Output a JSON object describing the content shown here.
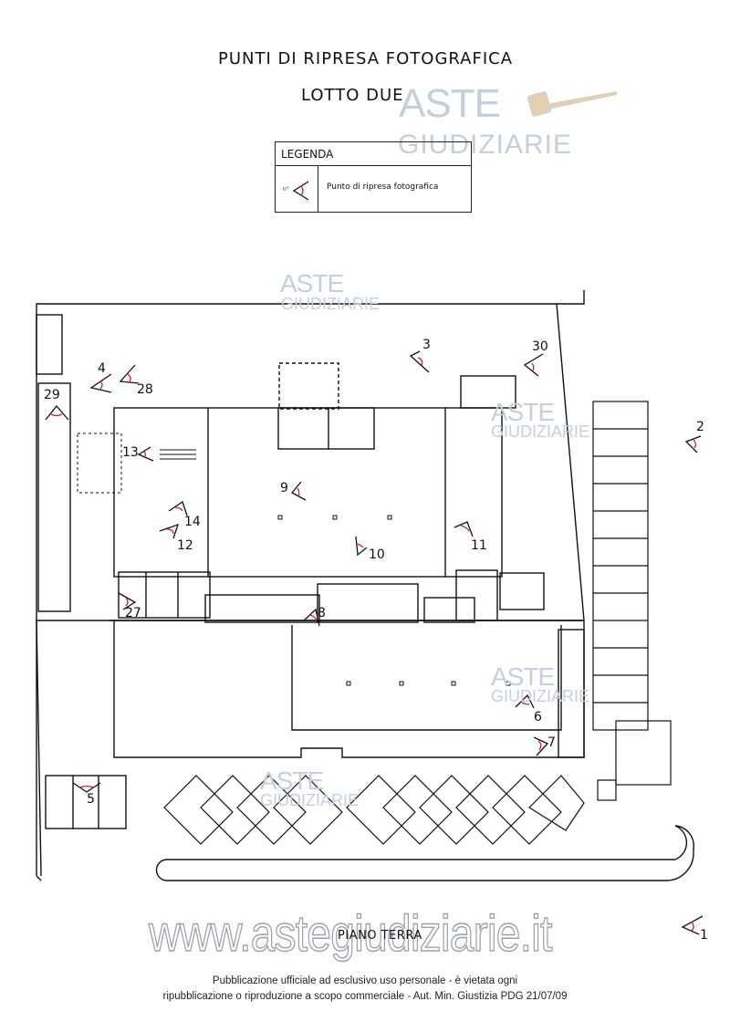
{
  "document": {
    "title_line1": "PUNTI DI RIPRESA FOTOGRAFICA",
    "title_line2": "LOTTO DUE",
    "floor_label": "PIANO TERRA"
  },
  "legend": {
    "heading": "LEGENDA",
    "symbol_prefix": "n°",
    "symbol_text": "Punto di ripresa fotografica"
  },
  "watermark": {
    "brand_top": "ASTE",
    "brand_bottom": "GIUDIZIARIE",
    "site": "www.astegiudiziarie.it"
  },
  "footer": {
    "line1": "Pubblicazione ufficiale ad esclusivo uso personale - è vietata ogni",
    "line2": "ripubblicazione o riproduzione a scopo commerciale - Aut. Min. Giustizia PDG 21/07/09"
  },
  "shooting_points": [
    "1",
    "2",
    "3",
    "4",
    "5",
    "6",
    "7",
    "8",
    "9",
    "10",
    "11",
    "12",
    "13",
    "14",
    "27",
    "28",
    "29",
    "30"
  ],
  "colors": {
    "watermark": "#c5cfdc",
    "accent_red": "#d8202a",
    "line": "#111111"
  }
}
